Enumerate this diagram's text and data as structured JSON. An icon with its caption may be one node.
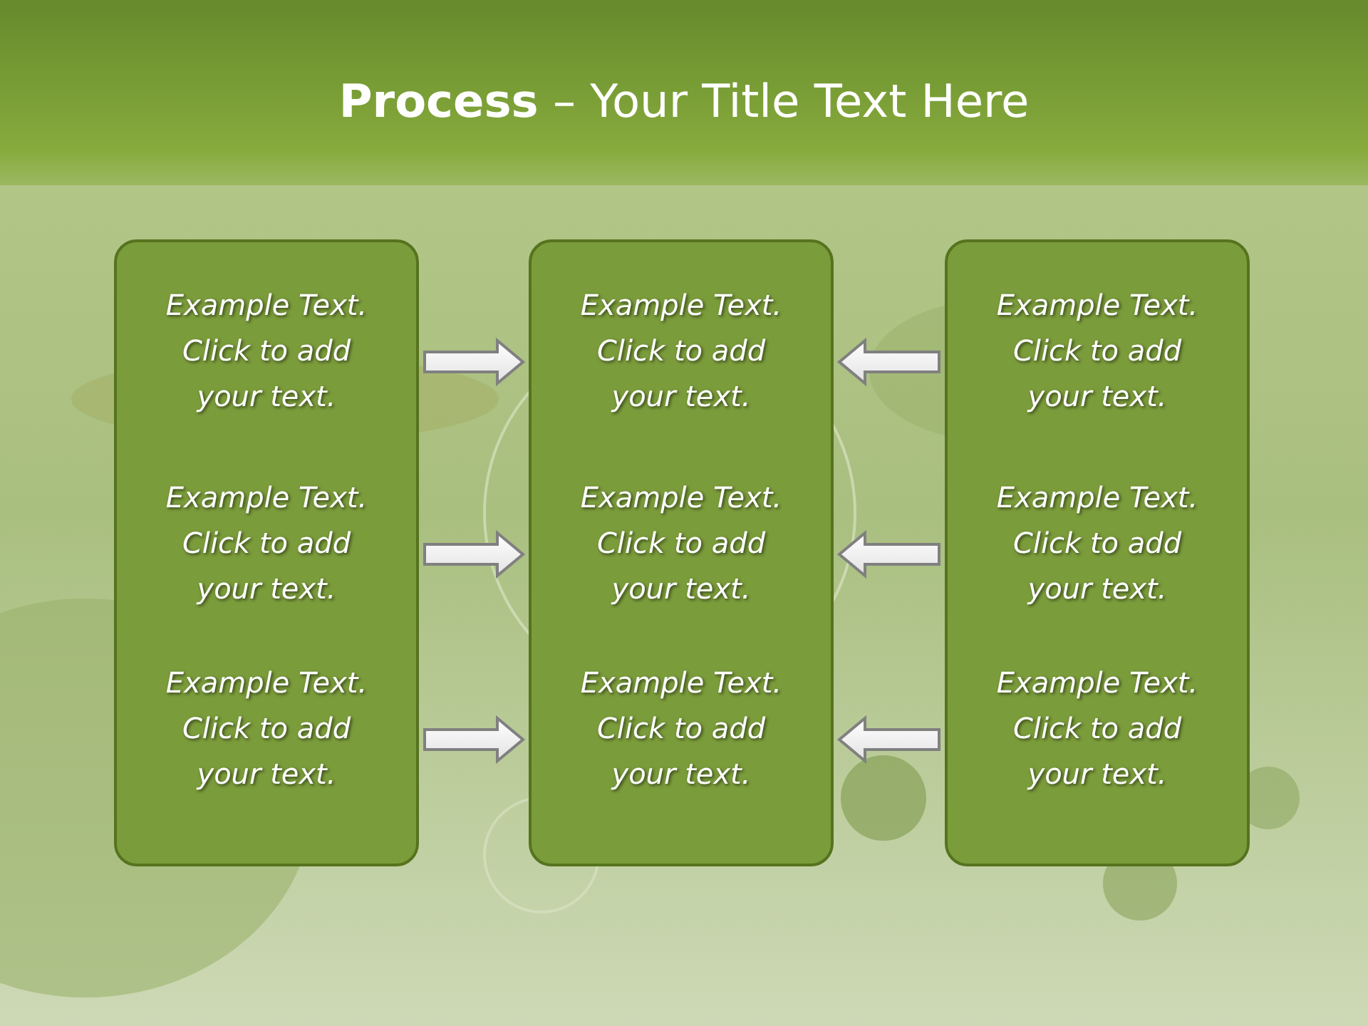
{
  "diagram": {
    "title": "**Process** – Your Title Text Here",
    "nodes": [
      {
        "text": [],
        "shape": "box"
      },
      {
        "text": [
          "Example Text. Click  to add your text."
        ],
        "in": 0
      },
      {
        "text": [
          "Example Text. Click  to add your text."
        ],
        "in": 0
      },
      {
        "text": [
          "Example Text. Click  to add your text."
        ],
        "in": 0
      },
      {
        "text": [],
        "shape": "box"
      },
      {
        "text": [
          "Example Text. Click  to add your text."
        ],
        "in": 4
      },
      {
        "text": [
          "Example Text. Click  to add your text."
        ],
        "in": 4
      },
      {
        "text": [
          "Example Text. Click  to add your text."
        ],
        "in": 4
      },
      {
        "text": [],
        "shape": "box"
      },
      {
        "text": [
          "Example Text. Click  to add your text."
        ],
        "in": 8
      },
      {
        "text": [
          "Example Text. Click  to add your text."
        ],
        "in": 8
      },
      {
        "text": [
          "Example Text. Click  to add your text."
        ],
        "in": 8
      }
    ],
    "edges": [
      {
        "from": 1,
        "to": 5,
        "arrow": "to"
      },
      {
        "from": 2,
        "to": 6,
        "arrow": "to"
      },
      {
        "from": 3,
        "to": 7,
        "arrow": "to"
      },
      {
        "from": 9,
        "to": 5,
        "arrow": "to"
      },
      {
        "from": 10,
        "to": 6,
        "arrow": "to"
      },
      {
        "from": 11,
        "to": 7,
        "arrow": "to"
      }
    ]
  }
}
